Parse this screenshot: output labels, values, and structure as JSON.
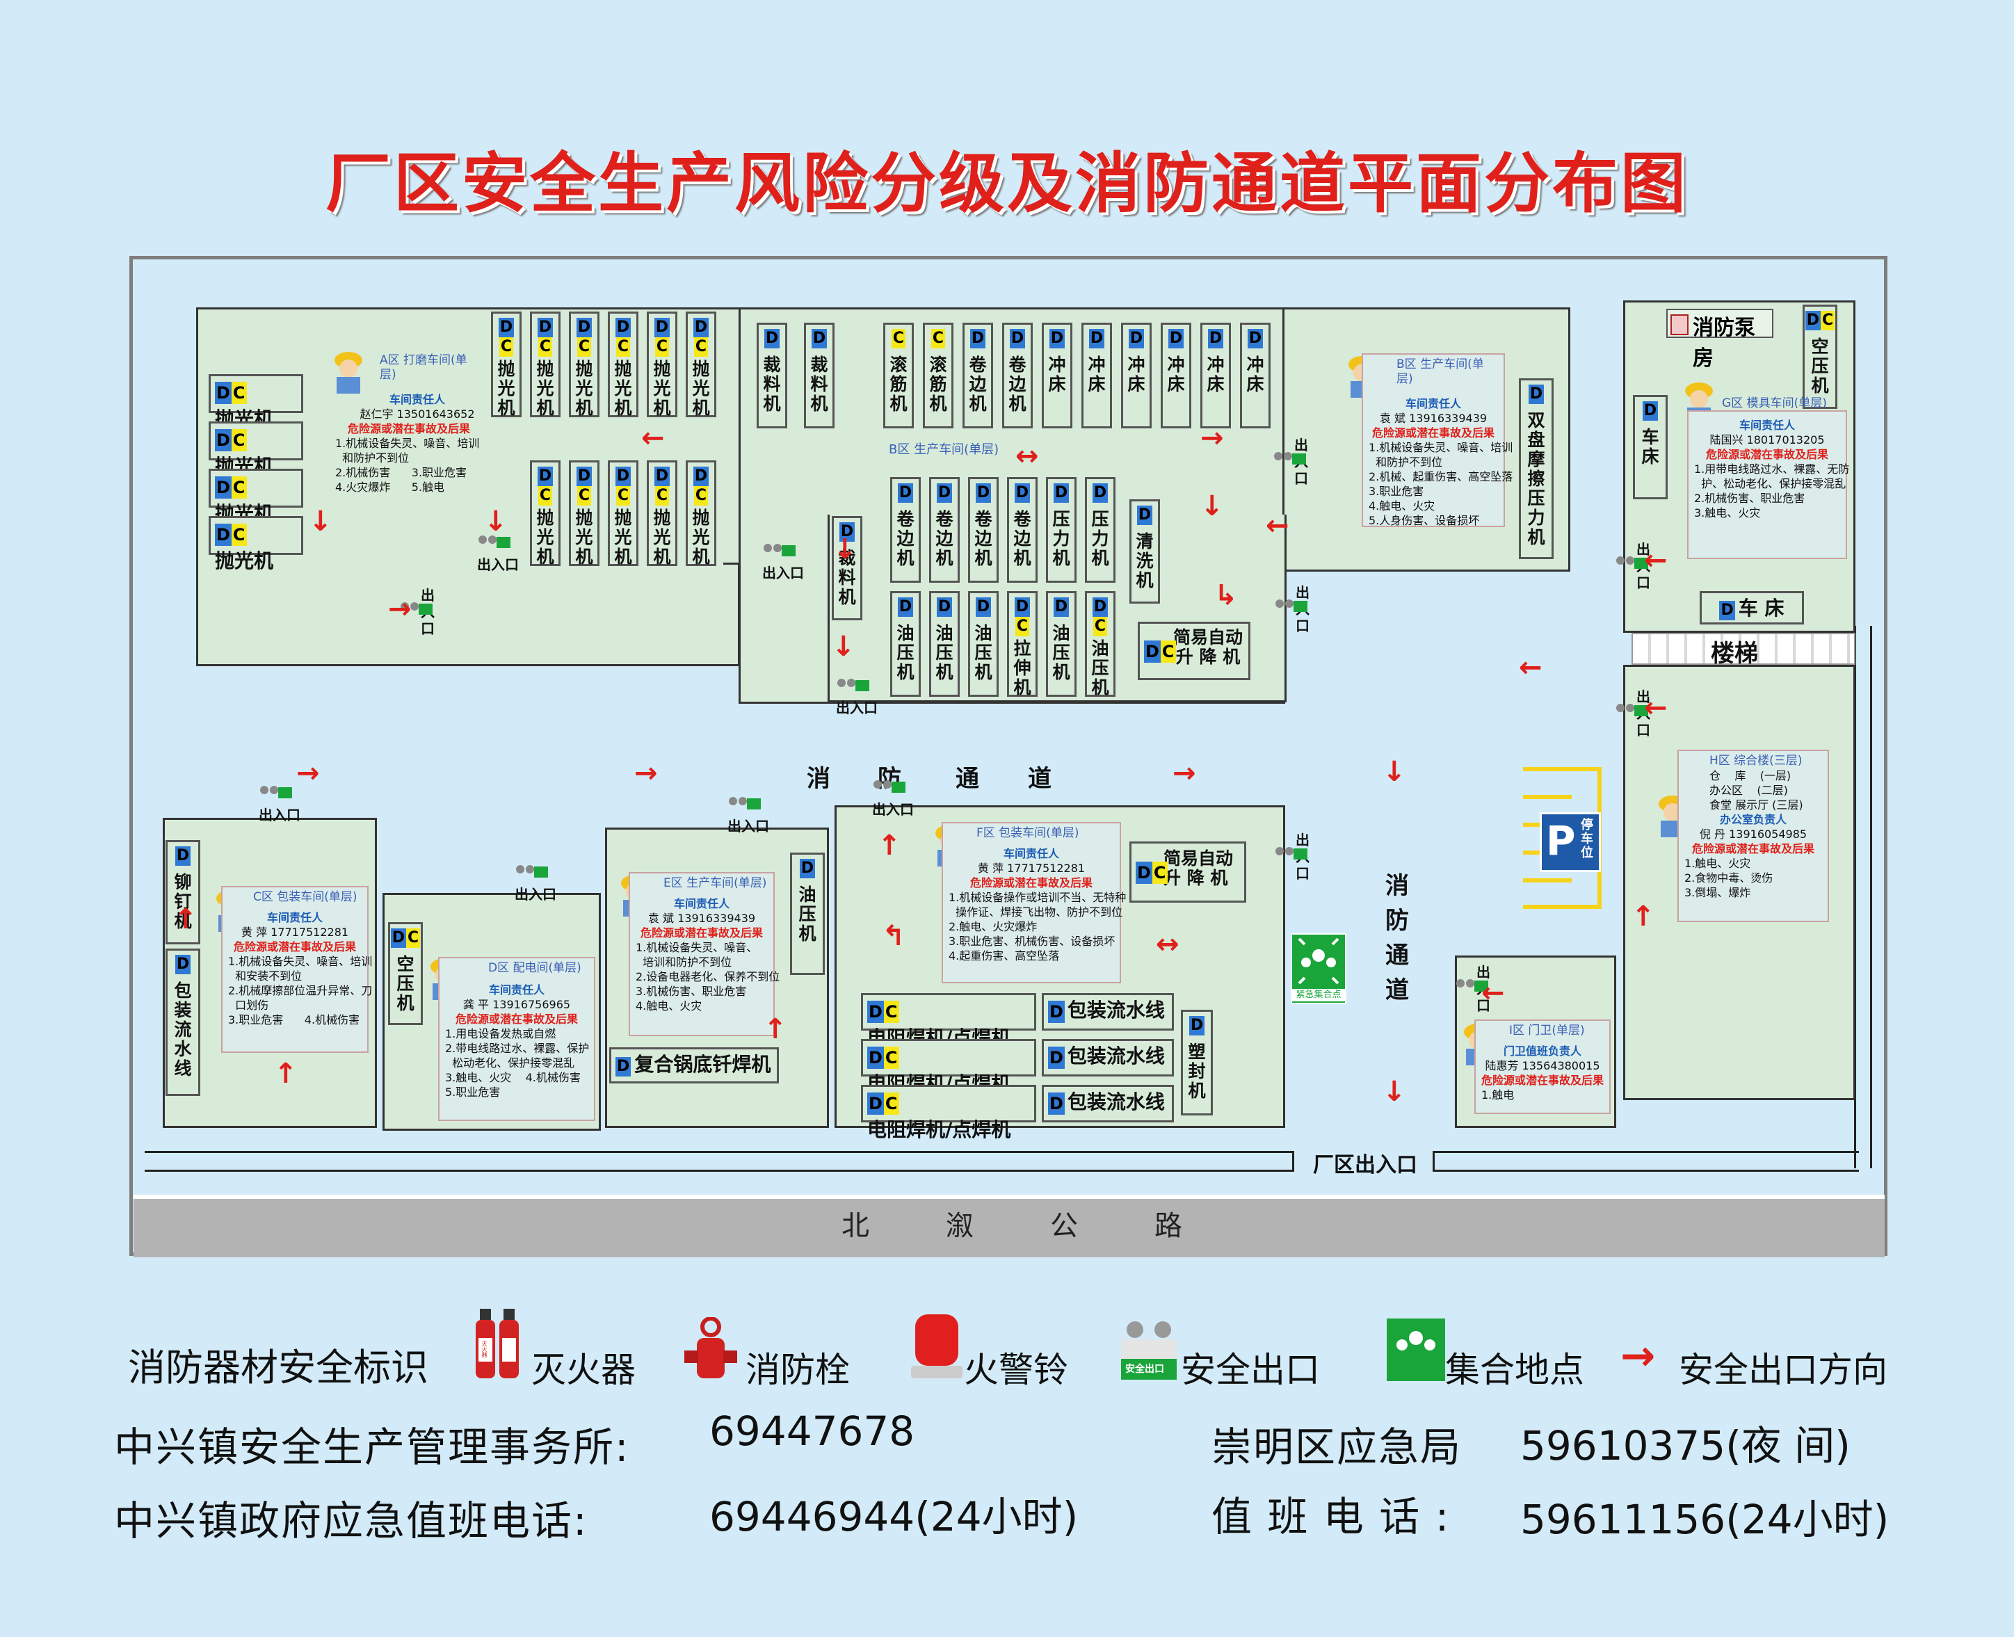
{
  "title": "厂区安全生产风险分级及消防通道平面分布图",
  "road": {
    "label_chars": [
      "北",
      "溆",
      "公",
      "路"
    ]
  },
  "fire_lane": {
    "horizontal": [
      "消",
      "防",
      "通",
      "道"
    ],
    "vertical": [
      "消",
      "防",
      "通",
      "道"
    ]
  },
  "gate": {
    "label": "厂区出入口"
  },
  "common": {
    "exit": "出入口",
    "responsible": "车间责任人",
    "risk_heading": "危险源或潜在事故及后果",
    "exit_sign": "安全出口"
  },
  "zone_a": {
    "zone": "A区 打磨车间(单层)",
    "name": "赵仁宇 13501643652",
    "risks": [
      "1.机械设备失灵、噪音、培训\n  和防护不到位",
      "2.机械伤害      3.职业危害",
      "4.火灾爆炸      5.触电"
    ],
    "side_machines": [
      {
        "level": "DC",
        "label": "抛光机"
      },
      {
        "level": "DC",
        "label": "抛光机"
      },
      {
        "level": "DC",
        "label": "抛光机"
      },
      {
        "level": "DC",
        "label": "抛光机"
      }
    ],
    "top_machines": [
      {
        "level": "DC",
        "label": "抛\n光\n机"
      },
      {
        "level": "DC",
        "label": "抛\n光\n机"
      },
      {
        "level": "DC",
        "label": "抛\n光\n机"
      },
      {
        "level": "DC",
        "label": "抛\n光\n机"
      },
      {
        "level": "DC",
        "label": "抛\n光\n机"
      },
      {
        "level": "DC",
        "label": "抛\n光\n机"
      }
    ],
    "mid_machines": [
      {
        "level": "DC",
        "label": "抛\n光\n机"
      },
      {
        "level": "DC",
        "label": "抛\n光\n机"
      },
      {
        "level": "DC",
        "label": "抛\n光\n机"
      },
      {
        "level": "DC",
        "label": "抛\n光\n机"
      },
      {
        "level": "DC",
        "label": "抛\n光\n机"
      }
    ]
  },
  "zone_b": {
    "zone_label": "B区 生产车间(单层)",
    "top_machines": [
      {
        "level": "D",
        "label": "裁\n料\n机"
      },
      {
        "level": "D",
        "label": "裁\n料\n机"
      },
      {
        "level": "C",
        "label": "滚\n筋\n机"
      },
      {
        "level": "C",
        "label": "滚\n筋\n机"
      },
      {
        "level": "D",
        "label": "卷\n边\n机"
      },
      {
        "level": "D",
        "label": "卷\n边\n机"
      },
      {
        "level": "D",
        "label": "冲\n床"
      },
      {
        "level": "D",
        "label": "冲\n床"
      },
      {
        "level": "D",
        "label": "冲\n床"
      },
      {
        "level": "D",
        "label": "冲\n床"
      },
      {
        "level": "D",
        "label": "冲\n床"
      },
      {
        "level": "D",
        "label": "冲\n床"
      }
    ],
    "row2": [
      {
        "level": "D",
        "label": "卷\n边\n机"
      },
      {
        "level": "D",
        "label": "卷\n边\n机"
      },
      {
        "level": "D",
        "label": "卷\n边\n机"
      },
      {
        "level": "D",
        "label": "卷\n边\n机"
      },
      {
        "level": "D",
        "label": "压\n力\n机"
      },
      {
        "level": "D",
        "label": "压\n力\n机"
      }
    ],
    "row3": [
      {
        "level": "D",
        "label": "油\n压\n机"
      },
      {
        "level": "D",
        "label": "油\n压\n机"
      },
      {
        "level": "D",
        "label": "油\n压\n机"
      },
      {
        "level": "DC",
        "label": "拉\n伸\n机"
      },
      {
        "level": "D",
        "label": "油\n压\n机"
      },
      {
        "level": "DC",
        "label": "油\n压\n机"
      }
    ],
    "cutter": {
      "level": "D",
      "label": "裁\n料\n机"
    },
    "washer": {
      "level": "D",
      "label": "清\n洗\n机"
    },
    "lift": {
      "level": "DC",
      "label": "简易自动\n升 降 机"
    },
    "friction_press": {
      "level": "D",
      "label": "双\n盘\n摩\n擦\n压\n力\n机"
    },
    "card": {
      "zone": "B区 生产车间(单层)",
      "name": "袁  斌  13916339439",
      "risks": [
        "1.机械设备失灵、噪音、培训\n  和防护不到位",
        "2.机械、起重伤害、高空坠落",
        "3.职业危害",
        "4.触电、火灾",
        "5.人身伤害、设备损坏"
      ]
    }
  },
  "zone_c": {
    "zone": "C区 包装车间(单层)",
    "name": "黄  萍  17717512281",
    "risks": [
      "1.机械设备失灵、噪音、培训\n  和安装不到位",
      "2.机械摩擦部位温升异常、刀\n  口划伤",
      "3.职业危害      4.机械伤害"
    ],
    "riveter": {
      "level": "D",
      "label": "铆\n钉\n机"
    },
    "pack_line": {
      "level": "D",
      "label": "包\n装\n流\n水\n线"
    }
  },
  "zone_d": {
    "zone": "D区 配电间(单层)",
    "name": "龚  平  13916756965",
    "risks": [
      "1.用电设备发热或自燃",
      "2.带电线路过水、裸露、保护\n  松动老化、保护接零混乱",
      "3.触电、火灾    4.机械伤害",
      "5.职业危害"
    ],
    "compressor": {
      "level": "DC",
      "label": "空\n压\n机"
    }
  },
  "zone_e": {
    "zone": "E区 生产车间(单层)",
    "name": "袁  斌  13916339439",
    "risks": [
      "1.机械设备失灵、噪音、",
      "  培训和防护不到位",
      "2.设备电器老化、保养不到位",
      "3.机械伤害、职业危害",
      "4.触电、火灾"
    ],
    "oil_press": {
      "level": "D",
      "label": "油\n压\n机"
    },
    "brazer": {
      "level": "D",
      "label": "复合锅底钎焊机"
    }
  },
  "zone_f": {
    "zone": "F区 包装车间(单层)",
    "name": "黄  萍  17717512281",
    "risks": [
      "1.机械设备操作或培训不当、无特种",
      "  操作证、焊接飞出物、防护不到位",
      "2.触电、火灾爆炸",
      "3.职业危害、机械伤害、设备损坏",
      "4.起重伤害、高空坠落"
    ],
    "lift": {
      "level": "DC",
      "label": "简易自动\n升 降 机"
    },
    "welders": [
      {
        "level": "DC",
        "label": "电阻焊机/点焊机"
      },
      {
        "level": "DC",
        "label": "电阻焊机/点焊机"
      },
      {
        "level": "DC",
        "label": "电阻焊机/点焊机"
      }
    ],
    "lines": [
      {
        "level": "D",
        "label": "包装流水线"
      },
      {
        "level": "D",
        "label": "包装流水线"
      },
      {
        "level": "D",
        "label": "包装流水线"
      }
    ],
    "sealer": {
      "level": "D",
      "label": "塑\n封\n机"
    }
  },
  "zone_g": {
    "zone": "G区 模具车间(单层)",
    "name": "陆国兴  18017013205",
    "risks": [
      "1.用带电线路过水、裸露、无防",
      "  护、松动老化、保护接零混乱",
      "2.机械伤害、职业危害",
      "3.触电、火灾"
    ],
    "pump": "消防泵房",
    "compressor": {
      "level": "DC",
      "label": "空\n压\n机"
    },
    "lathe_v": {
      "level": "D",
      "label": "车\n床"
    },
    "lathe_h": {
      "level": "D",
      "label": "车 床"
    },
    "stairs": "楼梯"
  },
  "zone_h": {
    "zone": "H区 综合楼(三层)",
    "floors": [
      "仓    库    (一层)",
      "办公区    (二层)",
      "食堂 展示厅 (三层)"
    ],
    "role": "办公室负责人",
    "name": "倪  丹  13916054985",
    "risks": [
      "1.触电、火灾",
      "2.食物中毒、烫伤",
      "3.倒塌、爆炸"
    ]
  },
  "zone_i": {
    "zone": "I区 门卫(单层)",
    "role": "门卫值班负责人",
    "name": "陆惠芳  13564380015",
    "risks": [
      "1.触电"
    ]
  },
  "parking": {
    "label": "停\n车\n位"
  },
  "assembly": {
    "label": "紧急集合点"
  },
  "legend": {
    "title": "消防器材安全标识",
    "items": [
      "灭火器",
      "消防栓",
      "火警铃",
      "安全出口",
      "集合地点",
      "安全出口方向"
    ],
    "extinguisher_tag": "灭火器"
  },
  "contacts": [
    {
      "label": "中兴镇安全生产管理事务所:",
      "value": "69447678"
    },
    {
      "label": "中兴镇政府应急值班电话:",
      "value": "69446944(24小时)"
    },
    {
      "label": "崇明区应急局",
      "value": "59610375(夜    间)"
    },
    {
      "label": "值 班 电 话 :",
      "value": "59611156(24小时)"
    }
  ],
  "colors": {
    "title": "#e0201b",
    "bg": "#d3ebf8",
    "building": "#d8ebd9",
    "level_D": "#2f79d5",
    "level_C": "#f6e719",
    "arrow": "#e0201b",
    "green": "#1aa53b"
  }
}
